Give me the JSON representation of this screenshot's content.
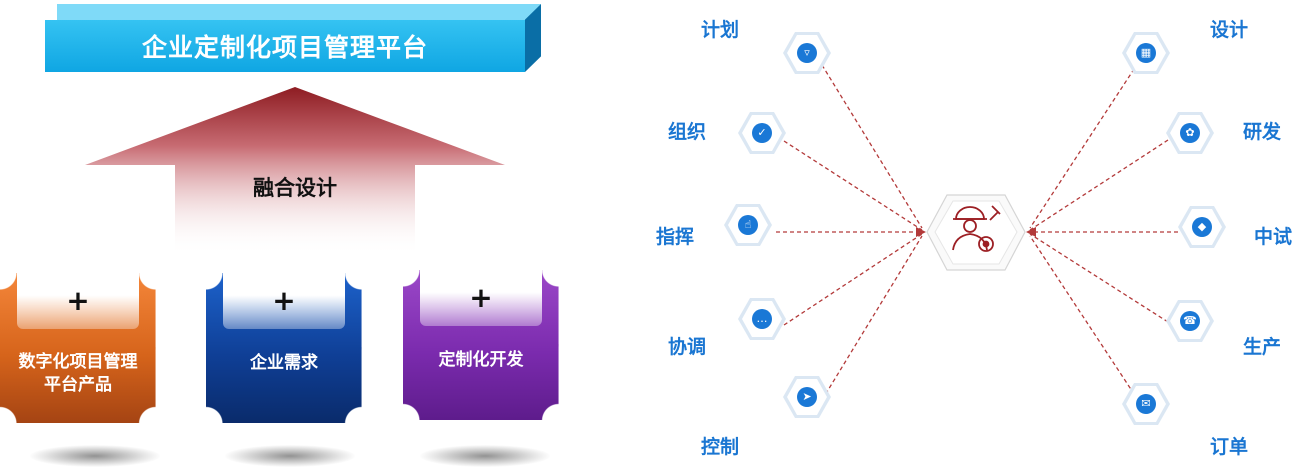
{
  "banner": {
    "title": "企业定制化项目管理平台"
  },
  "arrow": {
    "label": "融合设计"
  },
  "pillars": [
    {
      "plus": "+",
      "label": "数字化项目管理平台产品"
    },
    {
      "plus": "+",
      "label": "企业需求"
    },
    {
      "plus": "+",
      "label": "定制化开发"
    }
  ],
  "left_nodes": [
    {
      "label": "计划",
      "icon": "stamp-icon"
    },
    {
      "label": "组织",
      "icon": "compass-icon"
    },
    {
      "label": "指挥",
      "icon": "pointer-hand-icon"
    },
    {
      "label": "协调",
      "icon": "chat-bubble-icon"
    },
    {
      "label": "控制",
      "icon": "paper-plane-icon"
    }
  ],
  "right_nodes": [
    {
      "label": "设计",
      "icon": "calendar-icon"
    },
    {
      "label": "研发",
      "icon": "paw-icon"
    },
    {
      "label": "中试",
      "icon": "cube-icon"
    },
    {
      "label": "生产",
      "icon": "phone-icon"
    },
    {
      "label": "订单",
      "icon": "envelope-icon"
    }
  ],
  "hub": {
    "icon": "engineer-gear-icon"
  },
  "colors": {
    "banner": "#17aee8",
    "label_blue": "#1a76d2",
    "line_red": "#b33a3a",
    "orange": "#e0702a",
    "blue": "#124aa8",
    "purple": "#7f2fb0"
  }
}
